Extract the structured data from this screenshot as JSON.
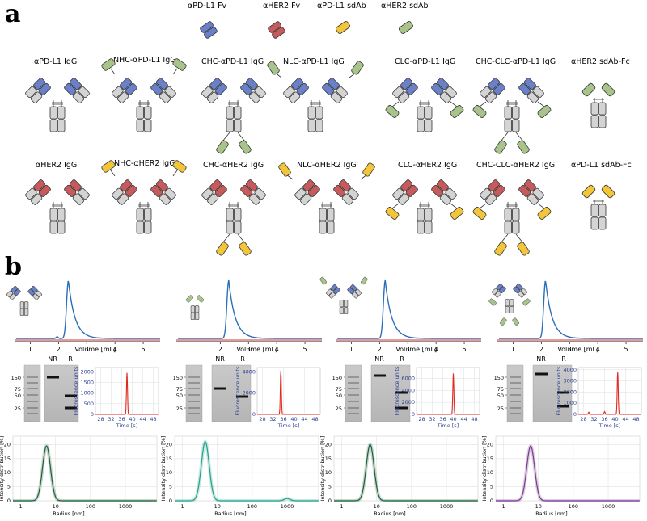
{
  "panel_a": {
    "label": "a",
    "legend": [
      "αPD-L1 Fv",
      "αHER2 Fv",
      "αPD-L1 sdAb",
      "αHER2 sdAb"
    ],
    "row1": [
      "αPD-L1 IgG",
      "NHC-αPD-L1 IgG",
      "CHC-αPD-L1 IgG",
      "NLC-αPD-L1 IgG",
      "CLC-αPD-L1 IgG",
      "CHC-CLC-αPD-L1 IgG",
      "αHER2 sdAb-Fc"
    ],
    "row2": [
      "αHER2 IgG",
      "NHC-αHER2 IgG",
      "CHC-αHER2 IgG",
      "NLC-αHER2 IgG",
      "CLC-αHER2 IgG",
      "CHC-CLC-αHER2 IgG",
      "αPD-L1 sdAb-Fc"
    ]
  },
  "panel_b": {
    "label": "b",
    "sec_xlabel": "Volume [mL]",
    "sec_ticks": [
      "1",
      "2",
      "3",
      "4",
      "5"
    ],
    "gel_lanes": [
      "NR",
      "R"
    ],
    "gel_markers": [
      "150",
      "75",
      "50",
      "25"
    ],
    "ce_ylabel": "Fluorescence units",
    "ce_xlabel": "Time [s]",
    "ce_xticks": [
      "28",
      "32",
      "36",
      "40",
      "44",
      "48"
    ],
    "dls_ylabel": "Intensity distribution [%]",
    "dls_xlabel": "Radius [nm]",
    "dls_xticks": [
      "1",
      "10",
      "100",
      "1000"
    ],
    "dls_yticks": [
      "0",
      "5",
      "10",
      "15",
      "20"
    ]
  },
  "chart_data": [
    {
      "type": "line",
      "name": "SEC-1",
      "xlabel": "Volume [mL]",
      "xlim": [
        0.5,
        5.6
      ],
      "peak_x": 2.35,
      "series": [
        {
          "values": "blue peak"
        },
        {
          "values": "red baseline"
        }
      ]
    },
    {
      "type": "line",
      "name": "SEC-2",
      "xlabel": "Volume [mL]",
      "xlim": [
        0.5,
        5.6
      ],
      "peak_x": 2.3
    },
    {
      "type": "line",
      "name": "SEC-3",
      "xlabel": "Volume [mL]",
      "xlim": [
        0.5,
        5.6
      ],
      "peak_x": 2.2
    },
    {
      "type": "line",
      "name": "SEC-4",
      "xlabel": "Volume [mL]",
      "xlim": [
        0.5,
        5.6
      ],
      "peak_x": 2.15
    },
    {
      "type": "line",
      "name": "CE-1",
      "xlabel": "Time [s]",
      "ylabel": "Fluorescence units",
      "yticks": [
        0,
        500,
        1000,
        1500,
        2000
      ],
      "peak_x": 38,
      "peak_y": 1950
    },
    {
      "type": "line",
      "name": "CE-2",
      "xlabel": "Time [s]",
      "ylabel": "Fluorescence units",
      "yticks": [
        0,
        2000,
        4000
      ],
      "peak_x": 35,
      "peak_y": 4100
    },
    {
      "type": "line",
      "name": "CE-3",
      "xlabel": "Time [s]",
      "ylabel": "Fluorescence units",
      "yticks": [
        0,
        2000,
        4000,
        6000
      ],
      "peak_x": 40,
      "peak_y": 6800
    },
    {
      "type": "line",
      "name": "CE-4",
      "xlabel": "Time [s]",
      "ylabel": "Fluorescence units",
      "yticks": [
        0,
        1000,
        2000,
        3000,
        4000
      ],
      "peak_x": 41,
      "peak_y": 3800
    },
    {
      "type": "line",
      "name": "DLS-1",
      "xlabel": "Radius [nm]",
      "ylabel": "Intensity distribution [%]",
      "peak_x": 5.5,
      "peak_y": 19.5
    },
    {
      "type": "line",
      "name": "DLS-2",
      "xlabel": "Radius [nm]",
      "ylabel": "Intensity distribution [%]",
      "peak_x": 4.5,
      "peak_y": 21
    },
    {
      "type": "line",
      "name": "DLS-3",
      "xlabel": "Radius [nm]",
      "ylabel": "Intensity distribution [%]",
      "peak_x": 6.5,
      "peak_y": 20
    },
    {
      "type": "line",
      "name": "DLS-4",
      "xlabel": "Radius [nm]",
      "ylabel": "Intensity distribution [%]",
      "peak_x": 6.0,
      "peak_y": 19.5
    }
  ],
  "colors": {
    "fv_pdl1": "#6a80c8",
    "fv_her2": "#c75a5a",
    "sdab_pdl1": "#f2c53a",
    "sdab_her2": "#a8c48a",
    "domain": "#d4d4d4",
    "sec_blue": "#2a6fb8",
    "sec_red": "#d9302b",
    "ce_red": "#e02a22",
    "dls1": "#1e5f3c",
    "dls2": "#22a38a",
    "dls3": "#1e5f3c",
    "dls4": "#7a3a8c"
  }
}
